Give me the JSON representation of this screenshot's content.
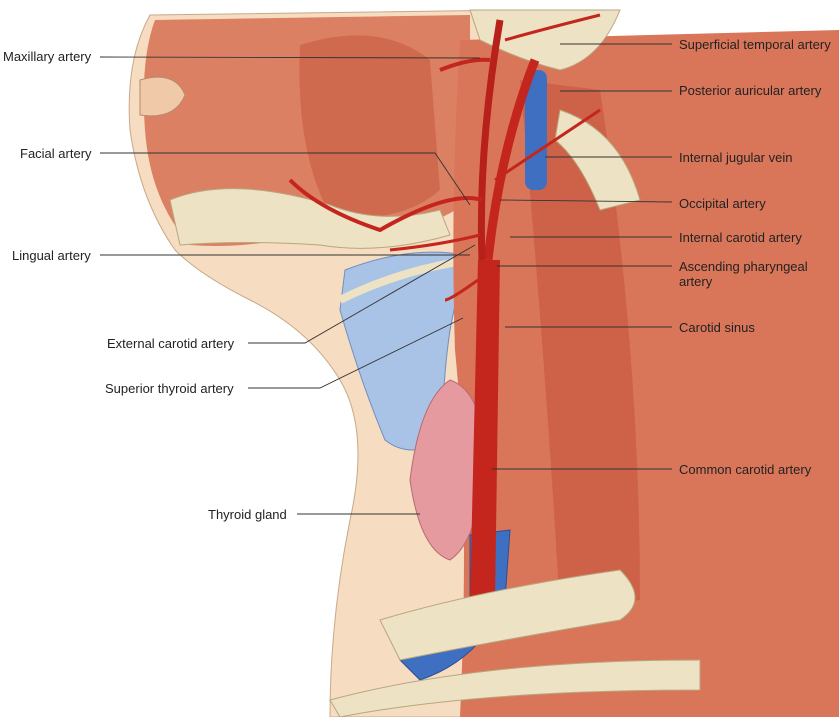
{
  "labels_left": {
    "maxillary": "Maxillary artery",
    "facial": "Facial artery",
    "lingual": "Lingual artery",
    "external_carotid": "External carotid artery",
    "superior_thyroid": "Superior thyroid artery",
    "thyroid_gland": "Thyroid gland"
  },
  "labels_right": {
    "superficial_temporal": "Superficial temporal artery",
    "posterior_auricular": "Posterior auricular artery",
    "internal_jugular": "Internal jugular vein",
    "occipital": "Occipital artery",
    "internal_carotid": "Internal carotid artery",
    "ascending_pharyngeal_1": "Ascending pharyngeal",
    "ascending_pharyngeal_2": "artery",
    "carotid_sinus": "Carotid sinus",
    "common_carotid": "Common carotid artery"
  },
  "colors": {
    "skin": "#f6dcc0",
    "muscle": "#d9765a",
    "artery": "#c4261e",
    "vein": "#3f6fc0",
    "bone": "#ede2c4",
    "cartilage": "#a9c3e6",
    "thyroid": "#e59a9f"
  }
}
